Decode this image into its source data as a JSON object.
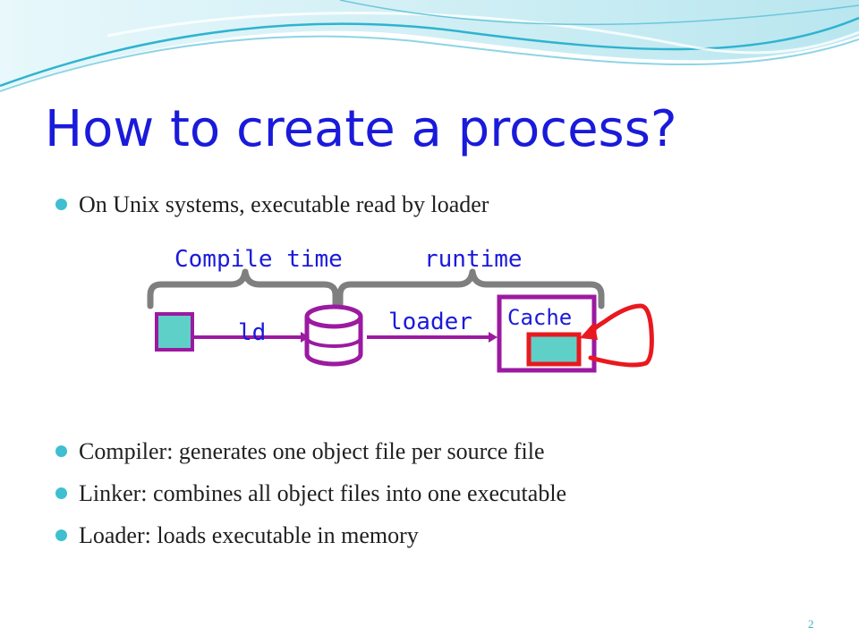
{
  "slide": {
    "title": "How to create a process?",
    "page_number": "2",
    "bullets": [
      "On Unix systems, executable read by loader",
      "Compiler: generates one object file per source file",
      "Linker: combines all object files into one executable",
      "Loader: loads executable in memory"
    ]
  },
  "diagram": {
    "compile_time_label": "Compile time",
    "runtime_label": "runtime",
    "ld_label": "ld",
    "loader_label": "loader",
    "cache_label": "Cache"
  },
  "colors": {
    "title": "#1a1adb",
    "bullet_dot": "#3fbfd0",
    "diagram_text": "#1a1adb",
    "box_border": "#9b1aa0",
    "box_fill": "#5fd0c8",
    "brace": "#7f7f7f",
    "cache_highlight": "#e8191f"
  }
}
